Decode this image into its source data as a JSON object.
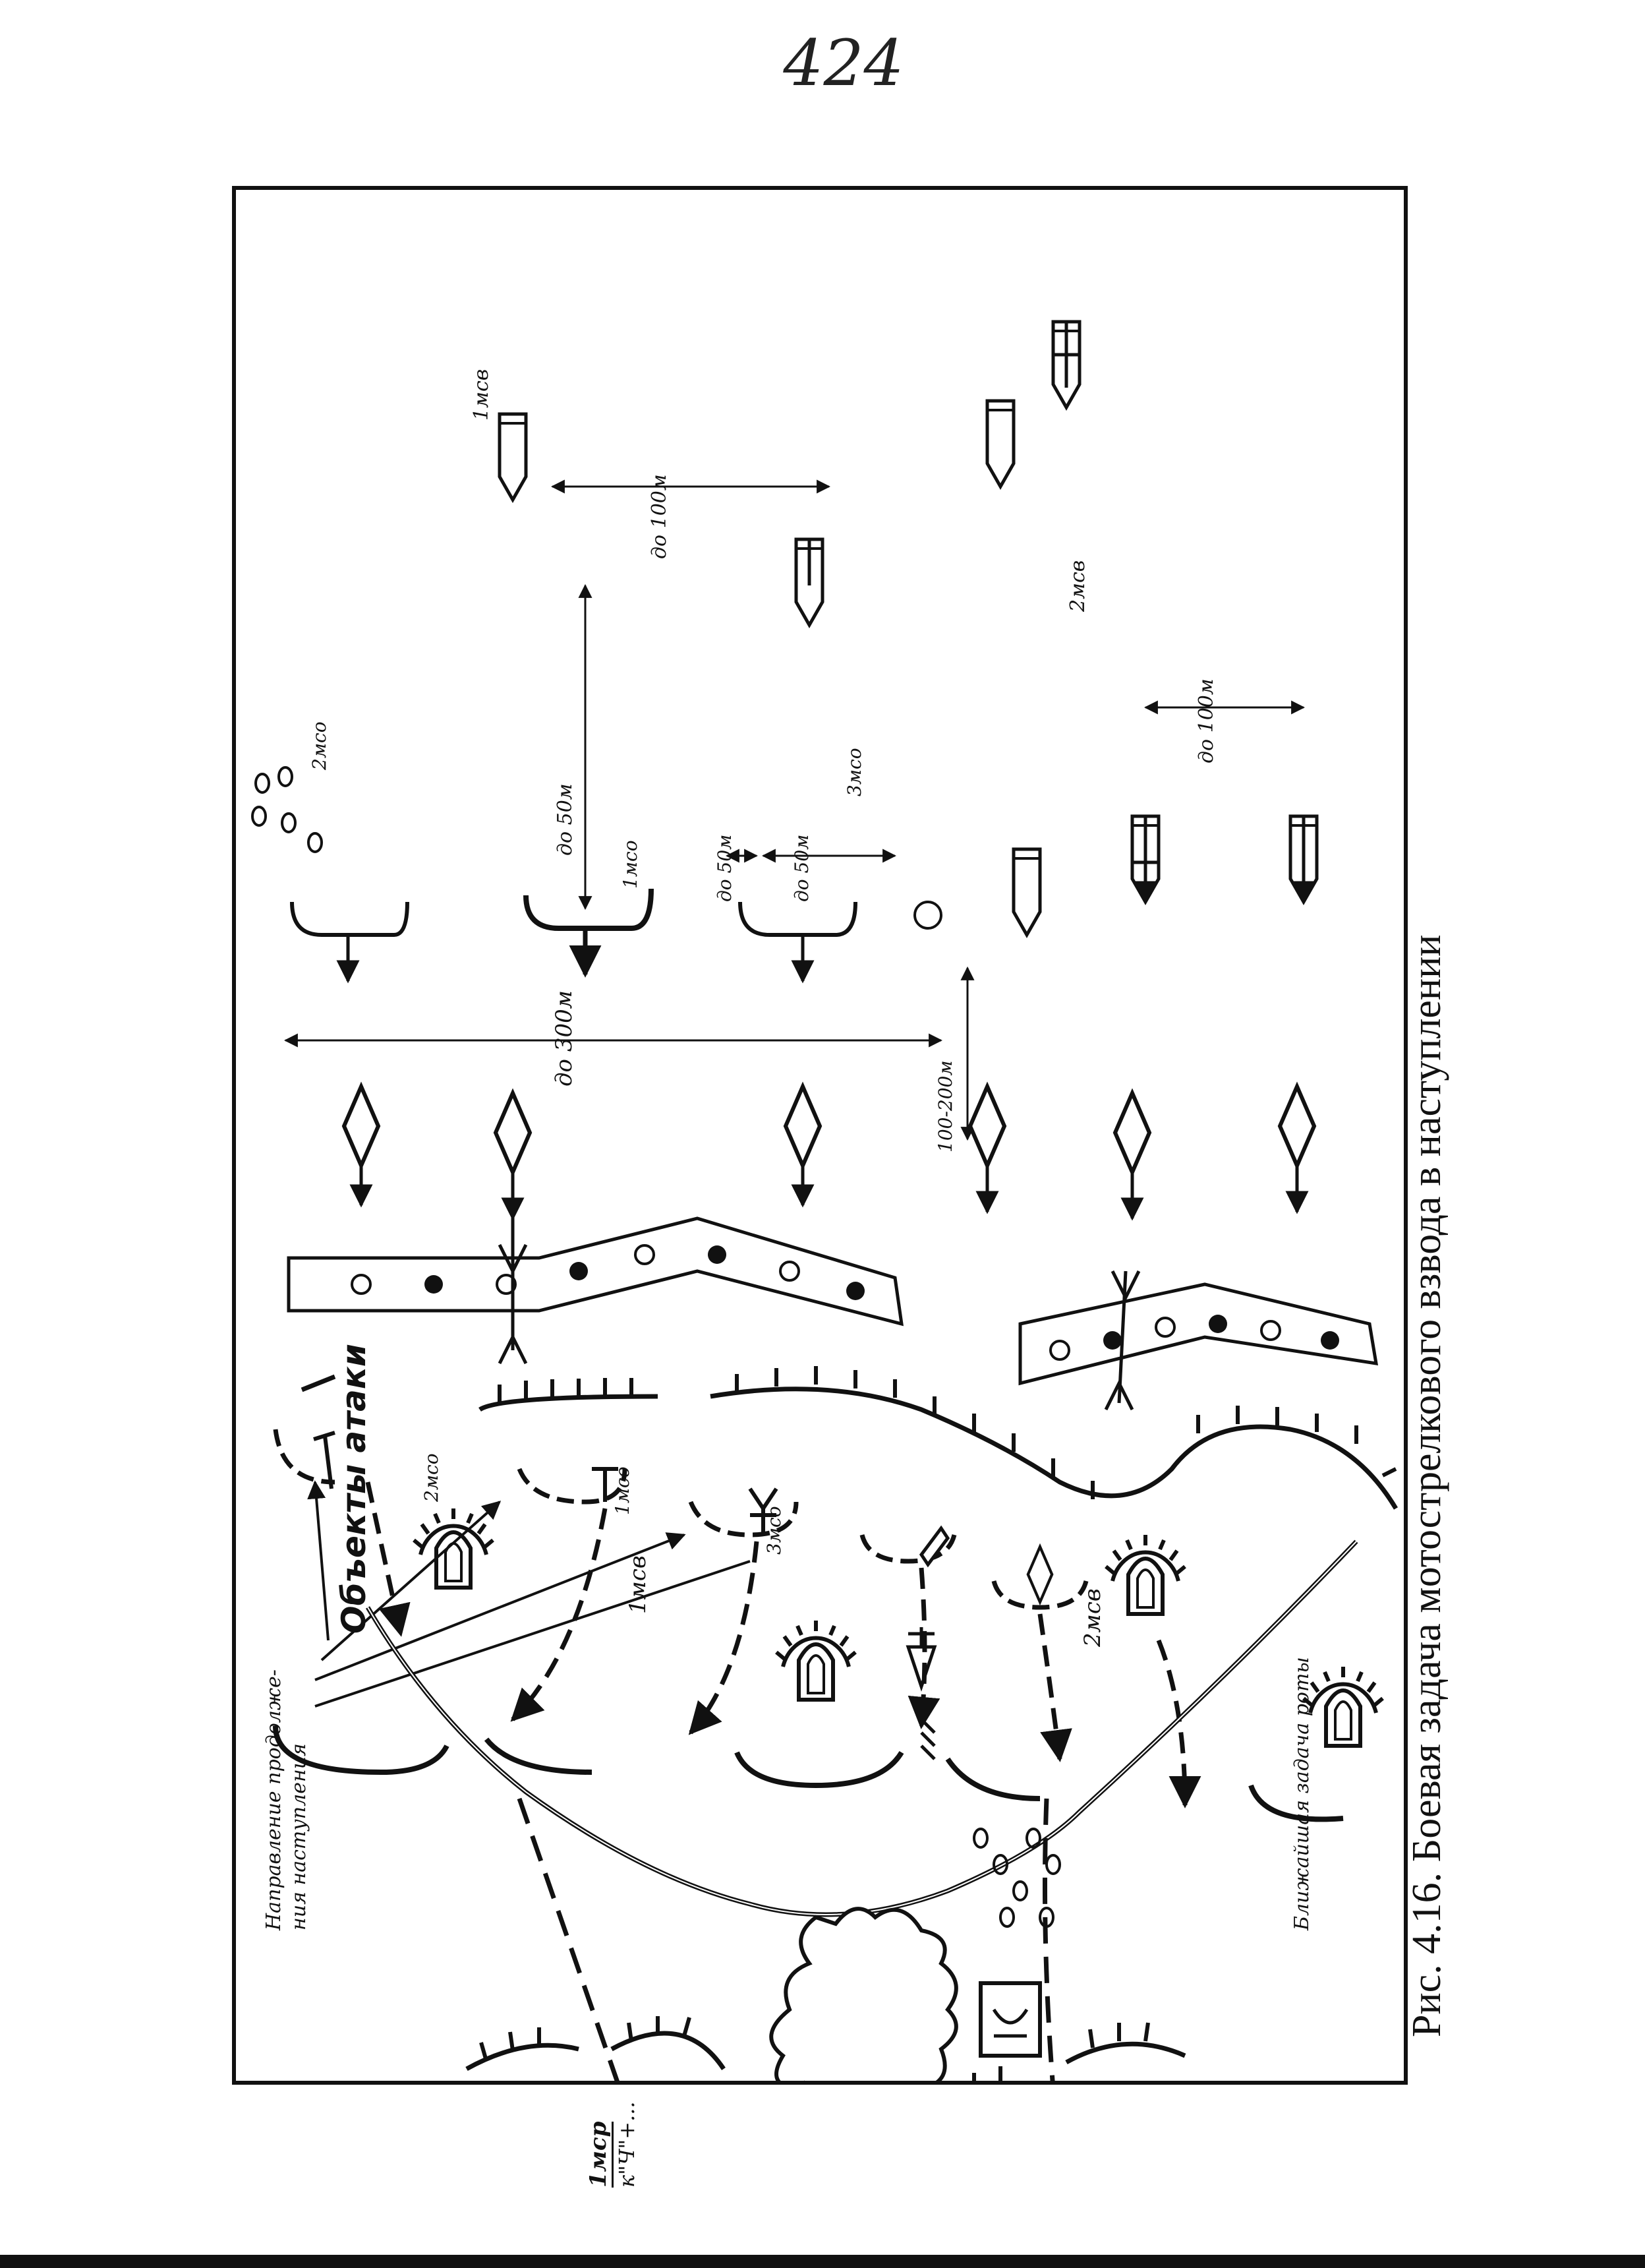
{
  "page_number": "424",
  "caption": "Рис. 4.16. Боевая задача мотострелкового взвода в наступлении",
  "labels": {
    "attack_objects": "Объекты атаки",
    "direction_1": "Направление продолже-",
    "direction_2": "ния наступления",
    "nearest_task": "Ближайшая задача роты",
    "platoon_1": "1мсв",
    "platoon_2": "2мсв",
    "squad_1": "1мсо",
    "squad_2": "2мсо",
    "squad_3": "3мсо",
    "company_num": "1мср",
    "company_time": "к\"Ч\"+...",
    "dist_300": "до 300м",
    "dist_50": "до 50м",
    "dist_100": "до 100м",
    "dist_100_200": "100-200м"
  },
  "colors": {
    "ink": "#111111",
    "paper": "#ffffff"
  },
  "icons": [
    "bmp-icon",
    "tank-icon",
    "minefield-icon",
    "strongpoint-icon",
    "at-gun-icon",
    "machine-gun-icon",
    "observation-post-icon"
  ]
}
